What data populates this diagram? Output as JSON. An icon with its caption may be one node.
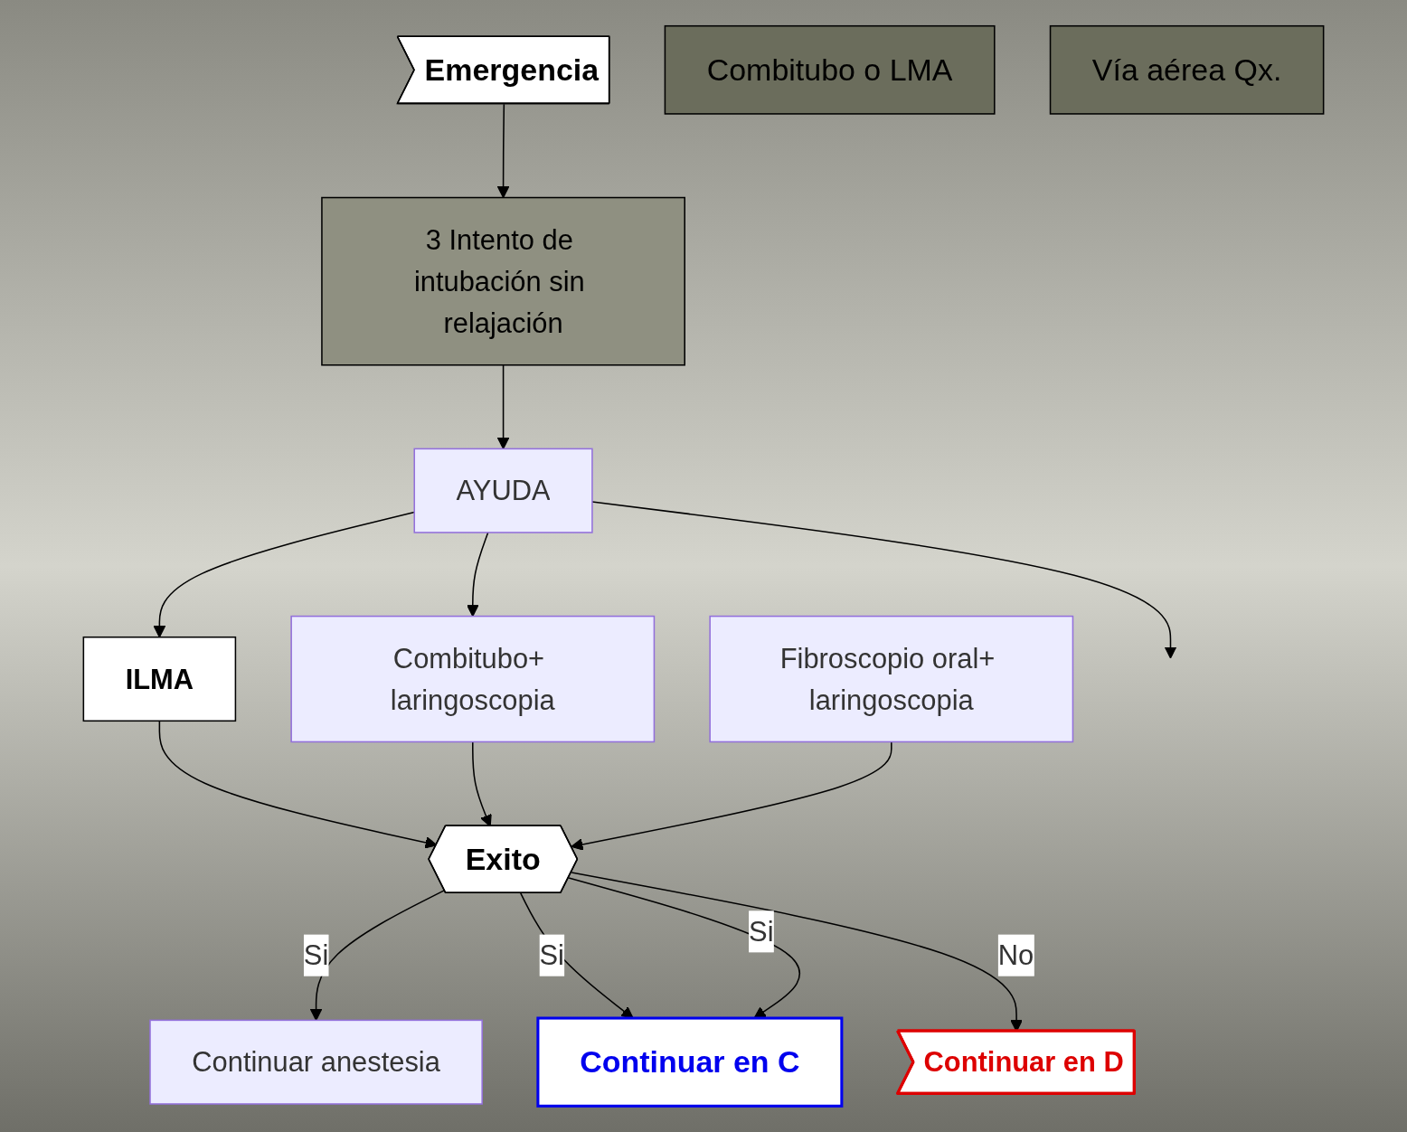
{
  "diagram": {
    "nodes": [
      {
        "text": [
          "Emergencia"
        ]
      },
      {
        "text": [
          "3 Intento de intubación sin relajación"
        ]
      },
      {
        "text": [
          "AYUDA"
        ]
      },
      {
        "text": [
          "ILMA"
        ]
      },
      {
        "text": [
          "Combitubo+ laringoscopia"
        ]
      },
      {
        "text": [
          "Fibroscopio oral+ laringoscopia"
        ]
      },
      {
        "text": [
          "Exito"
        ]
      },
      {
        "text": [
          "Continuar anestesia"
        ]
      },
      {
        "text": [
          "Continuar en C"
        ]
      },
      {
        "text": [
          "Combitubo o LMA"
        ]
      },
      {
        "text": [
          "Continuar en D"
        ]
      },
      {
        "text": [
          "Vía aérea Qx."
        ]
      }
    ],
    "edges": [
      {
        "from": 0,
        "to": 1,
        "arrow": "to"
      },
      {
        "from": 1,
        "to": 2,
        "arrow": "to"
      },
      {
        "from": 2,
        "to": 3,
        "arrow": "to"
      },
      {
        "from": 2,
        "to": 4,
        "arrow": "to"
      },
      {
        "from": 2,
        "to": null,
        "arrow": "to"
      },
      {
        "from": 3,
        "to": 6,
        "arrow": "to"
      },
      {
        "from": 4,
        "to": 6,
        "arrow": "to"
      },
      {
        "from": 5,
        "to": 6,
        "arrow": "to"
      },
      {
        "from": 6,
        "to": 7,
        "label": "Si",
        "arrow": "to"
      },
      {
        "from": 6,
        "to": 8,
        "label": "Si",
        "arrow": "to"
      },
      {
        "from": 6,
        "to": 8,
        "label": "Si",
        "arrow": "to"
      },
      {
        "from": 6,
        "to": 10,
        "label": "No",
        "arrow": "to"
      }
    ]
  }
}
